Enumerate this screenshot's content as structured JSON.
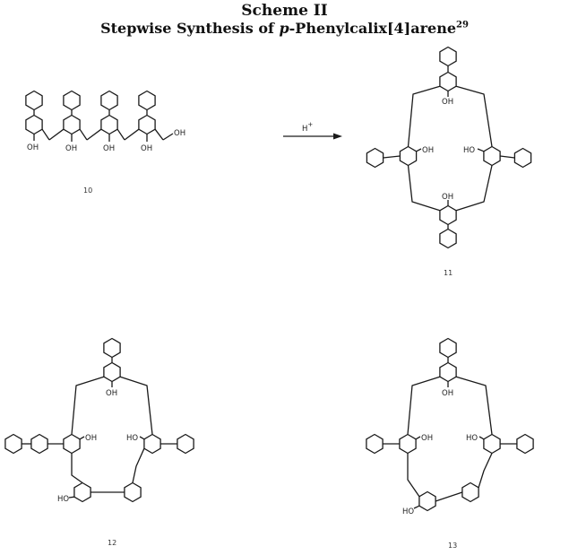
{
  "scheme": {
    "title": "Scheme II",
    "subtitle_prefix": "Stepwise Synthesis of ",
    "subtitle_italic": "p",
    "subtitle_rest": "-Phenylcalix[4]arene",
    "subtitle_ref": "29"
  },
  "reaction": {
    "reagent": "H",
    "reagent_sup": "+"
  },
  "compounds": [
    {
      "id": "10",
      "groups": [
        "OH",
        "OH",
        "OH",
        "OH",
        "OH"
      ]
    },
    {
      "id": "11",
      "groups": [
        "OH",
        "OH",
        "HO",
        "OH"
      ]
    },
    {
      "id": "12",
      "groups": [
        "OH",
        "OH",
        "HO",
        "HO"
      ]
    },
    {
      "id": "13",
      "groups": [
        "OH",
        "OH",
        "HO",
        "HO"
      ]
    }
  ]
}
